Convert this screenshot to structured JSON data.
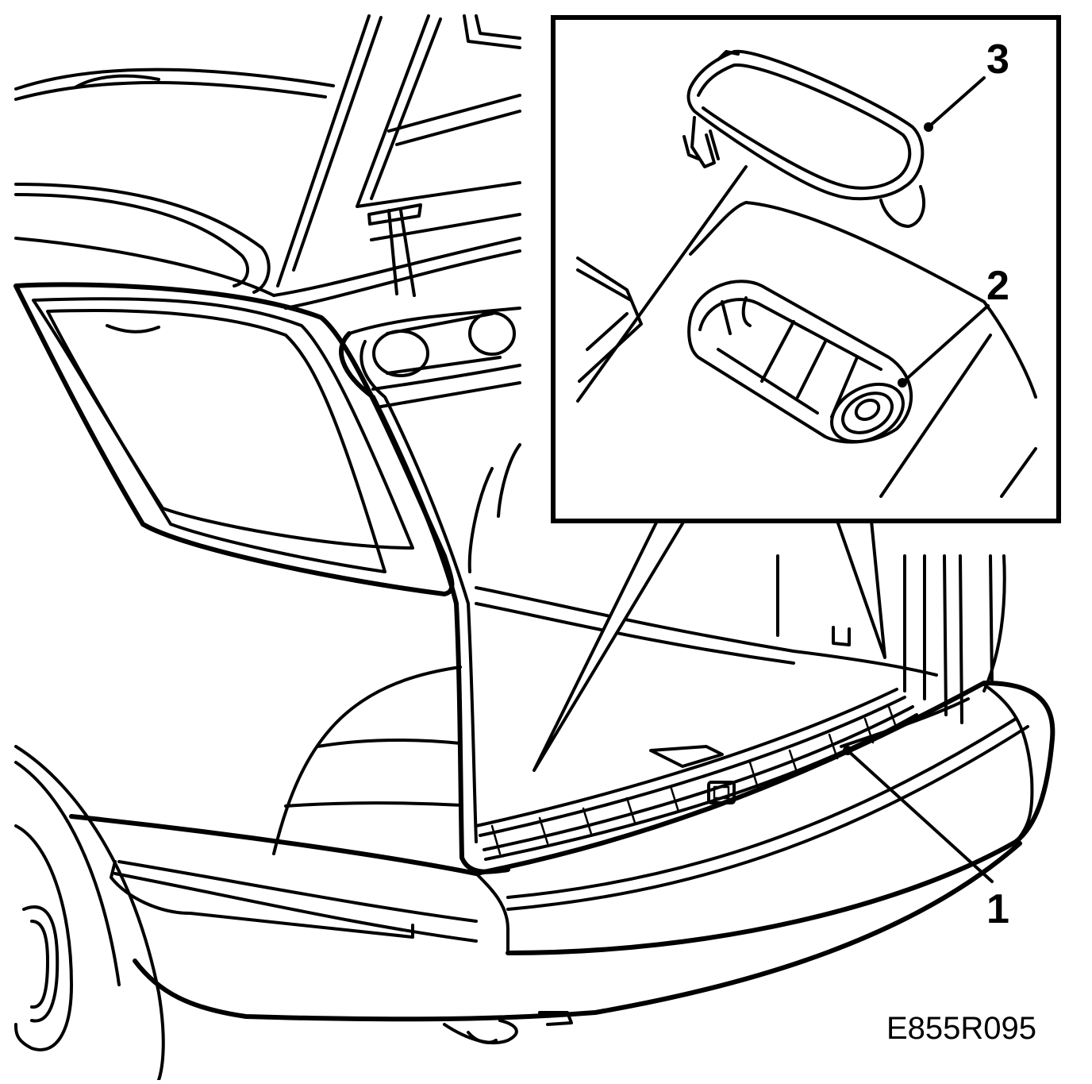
{
  "figure_id": "E855R095",
  "callouts": [
    {
      "number": "1"
    },
    {
      "number": "2"
    },
    {
      "number": "3"
    }
  ]
}
